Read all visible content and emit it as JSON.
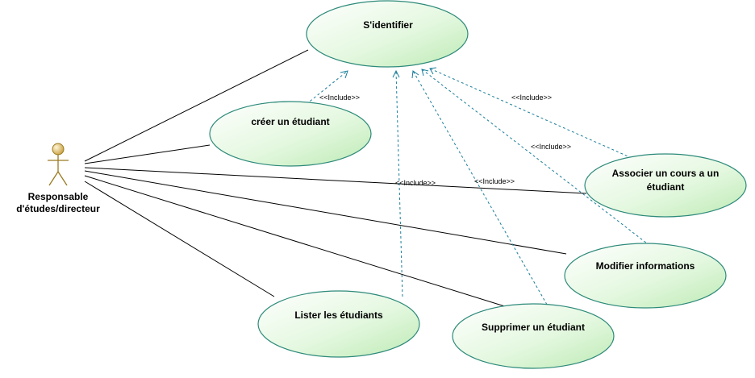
{
  "actor": {
    "label_line1": "Responsable",
    "label_line2": "d'études/directeur"
  },
  "use_cases": {
    "identifier": "S'identifier",
    "creer": "créer un étudiant",
    "associer_line1": "Associer un cours a un",
    "associer_line2": "étudiant",
    "modifier": "Modifier informations",
    "lister": "Lister les étudiants",
    "supprimer": "Supprimer un étudiant"
  },
  "include": "<<Include>>",
  "colors": {
    "use_case_fill_start": "#ffffff",
    "use_case_fill_end": "#c8f0c0",
    "use_case_stroke": "#2d8a7a",
    "include_line": "#1a7d9a",
    "actor_fill": "#e8c870"
  }
}
